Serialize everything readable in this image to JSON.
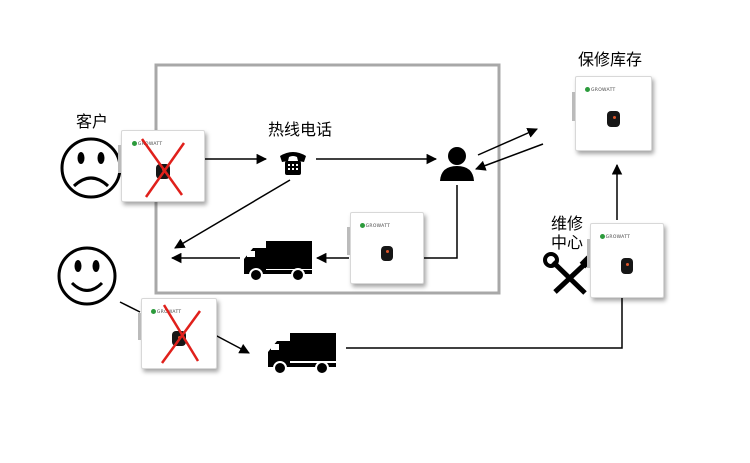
{
  "labels": {
    "customer": "客户",
    "hotline": "热线电话",
    "spare_stock": "保修库存",
    "repair_center_line1": "维修",
    "repair_center_line2": "中心"
  },
  "inverter_brand": "GROWATT",
  "colors": {
    "cross": "#e0201b",
    "line": "#000000",
    "frame": "#a8a8a8"
  }
}
